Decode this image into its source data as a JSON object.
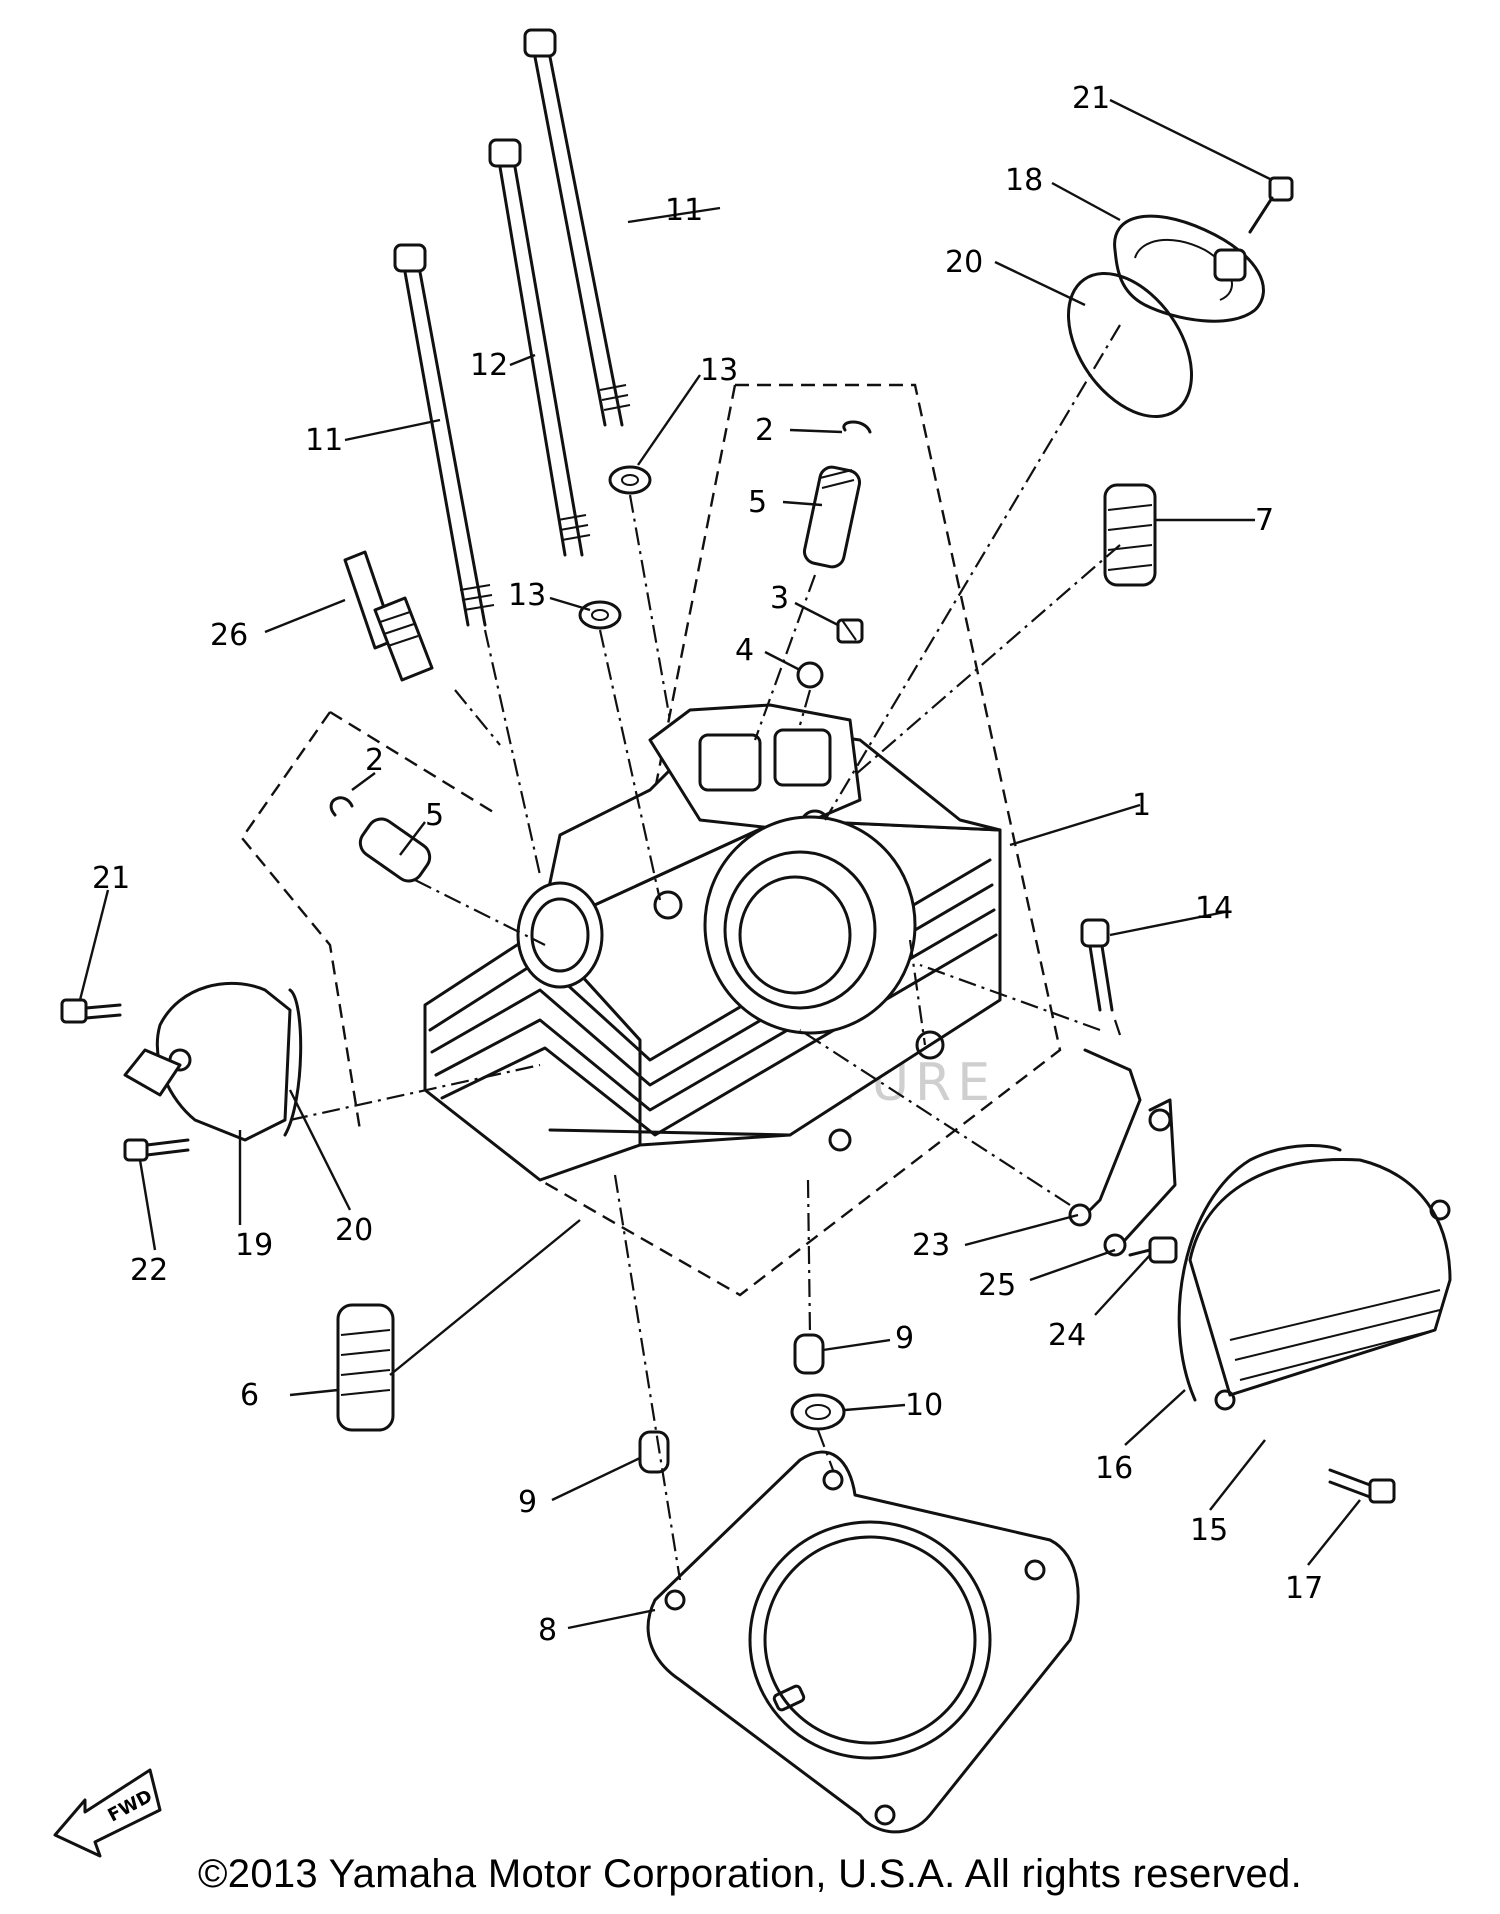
{
  "callouts": {
    "c1": "1",
    "c2a": "2",
    "c2b": "2",
    "c3": "3",
    "c4": "4",
    "c5a": "5",
    "c5b": "5",
    "c6": "6",
    "c7": "7",
    "c8": "8",
    "c9a": "9",
    "c9b": "9",
    "c10": "10",
    "c11a": "11",
    "c11b": "11",
    "c12": "12",
    "c13a": "13",
    "c13b": "13",
    "c14": "14",
    "c15": "15",
    "c16": "16",
    "c17": "17",
    "c18": "18",
    "c19": "19",
    "c20a": "20",
    "c20b": "20",
    "c21a": "21",
    "c21b": "21",
    "c22": "22",
    "c23": "23",
    "c24": "24",
    "c25": "25",
    "c26": "26"
  },
  "fwd_label": "FWD",
  "watermark": "LEAD VENTURE",
  "copyright": "©2013 Yamaha Motor Corporation, U.S.A. All rights reserved."
}
